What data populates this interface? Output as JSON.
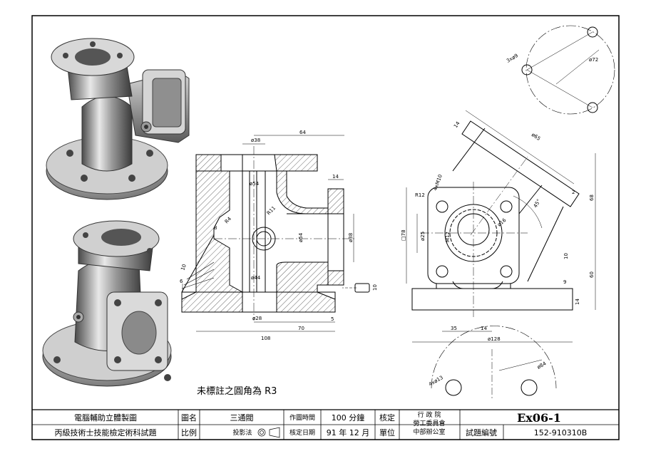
{
  "drawing": {
    "note": "未標註之圓角為 R3",
    "dims": {
      "d38": "ø38",
      "l64": "64",
      "l14_top": "14",
      "d54_upper": "ø54",
      "r11": "R11",
      "r4": "R4",
      "l8": "8",
      "d54_mid": "ø54",
      "d38_side": "ø38",
      "d44": "ø44",
      "l10_left": "10",
      "l6": "6",
      "d28": "ø28",
      "l70": "70",
      "l5": "5",
      "l108": "108",
      "l10_pin": "10",
      "d65": "ø65",
      "l14_flange": "14",
      "l2": "2",
      "a45": "45°",
      "l68": "68",
      "r12": "R12",
      "holes4m10": "4xM10",
      "d16": "ø16",
      "sq78": "□78",
      "d25": "ø25",
      "m12": "M12",
      "l10_right": "10",
      "l60": "60",
      "l9": "9",
      "l14_base": "14",
      "l35": "35",
      "l14_bottom": "14",
      "d128": "ø128",
      "holes3": "3xø9",
      "d72": "ø72",
      "holes4": "4xø13",
      "d84": "ø84"
    }
  },
  "title_block": {
    "title_main": "電腦輔助立體製圖",
    "title_sub": "丙級技術士技能檢定術科試題",
    "name_label": "圖名",
    "name_value": "三通閥",
    "scale_label": "比例",
    "projection_label": "投影法",
    "time_label": "作圖時間",
    "time_value": "100 分鐘",
    "check_label": "核定",
    "unit_label": "單位",
    "date_label": "核定日期",
    "date_value": "91 年 12 月",
    "org_line1": "行 政 院",
    "org_line2": "勞工委員會",
    "org_line3": "中部辦公室",
    "code": "Ex06-1",
    "serial_label": "試題編號",
    "serial_value": "152-910310B"
  }
}
